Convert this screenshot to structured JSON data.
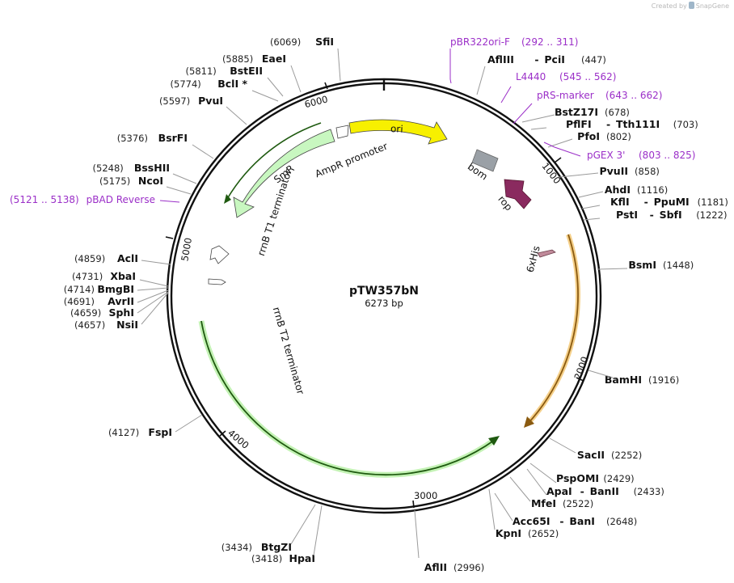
{
  "watermark": {
    "prefix": "Created by",
    "brand": "SnapGene"
  },
  "plasmid": {
    "name": "pTW357bN",
    "size": "6273 bp"
  },
  "colors": {
    "ori": "#f7f000",
    "rop": "#8a2a5f",
    "bom": "#9aa0a6",
    "smr": "#c8f7c0",
    "lacI_like_orange": "#f2a52d",
    "green_feature": "#2c9a1e",
    "primer": "#9b2fc8",
    "his": "#c08a9a"
  },
  "ticks": [
    "1000",
    "2000",
    "3000",
    "4000",
    "5000",
    "6000"
  ],
  "sites": [
    {
      "name": "SfiI",
      "pos": "(6069)"
    },
    {
      "name": "EaeI",
      "pos": "(5885)"
    },
    {
      "name": "BstEII",
      "pos": "(5811)"
    },
    {
      "name": "BclI *",
      "pos": "(5774)"
    },
    {
      "name": "PvuI",
      "pos": "(5597)"
    },
    {
      "name": "BsrFI",
      "pos": "(5376)"
    },
    {
      "name": "BssHII",
      "pos": "(5248)"
    },
    {
      "name": "NcoI",
      "pos": "(5175)"
    },
    {
      "name": "AclI",
      "pos": "(4859)"
    },
    {
      "name": "XbaI",
      "pos": "(4731)"
    },
    {
      "name": "BmgBI",
      "pos": "(4714)"
    },
    {
      "name": "AvrII",
      "pos": "(4691)"
    },
    {
      "name": "SphI",
      "pos": "(4659)"
    },
    {
      "name": "NsiI",
      "pos": "(4657)"
    },
    {
      "name": "FspI",
      "pos": "(4127)"
    },
    {
      "name": "BtgZI",
      "pos": "(3434)"
    },
    {
      "name": "HpaI",
      "pos": "(3418)"
    },
    {
      "name": "AflII",
      "pos": "(2996)"
    },
    {
      "name": "KpnI",
      "pos": "(2652)"
    },
    {
      "name": "MfeI",
      "pos": "(2522)"
    },
    {
      "name": "SacII",
      "pos": "(2252)"
    },
    {
      "name": "BamHI",
      "pos": "(1916)"
    },
    {
      "name": "BsmI",
      "pos": "(1448)"
    },
    {
      "name": "AhdI",
      "pos": "(1116)"
    },
    {
      "name": "PvuII",
      "pos": "(858)"
    },
    {
      "name": "PfoI",
      "pos": "(802)"
    },
    {
      "name": "BstZ17I",
      "pos": "(678)"
    }
  ],
  "site_pairs": [
    {
      "a": "AflIII",
      "b": "PciI",
      "pos": "(447)"
    },
    {
      "a": "PflFI",
      "b": "Tth111I",
      "pos": "(703)"
    },
    {
      "a": "KflI",
      "b": "PpuMI",
      "pos": "(1181)"
    },
    {
      "a": "PstI",
      "b": "SbfI",
      "pos": "(1222)"
    },
    {
      "a": "PspOMI",
      "b": "",
      "pos": "(2429)"
    },
    {
      "a": "ApaI",
      "b": "BanII",
      "pos": "(2433)"
    },
    {
      "a": "Acc65I",
      "b": "BanI",
      "pos": "(2648)"
    }
  ],
  "pair_separator": "-",
  "primers": [
    {
      "name": "pBR322ori-F",
      "range": "(292 .. 311)"
    },
    {
      "name": "L4440",
      "range": "(545 .. 562)"
    },
    {
      "name": "pRS-marker",
      "range": "(643 .. 662)"
    },
    {
      "name": "pGEX 3'",
      "range": "(803 .. 825)"
    },
    {
      "name": "pBAD Reverse",
      "range": "(5121 .. 5138)"
    }
  ],
  "features": {
    "ori": "ori",
    "bom": "bom",
    "rop": "rop",
    "his": "6xHis",
    "smr": "SmR",
    "ampr": "AmpR promoter",
    "t1": "rrnB T1 terminator",
    "t2": "rrnB T2 terminator"
  }
}
